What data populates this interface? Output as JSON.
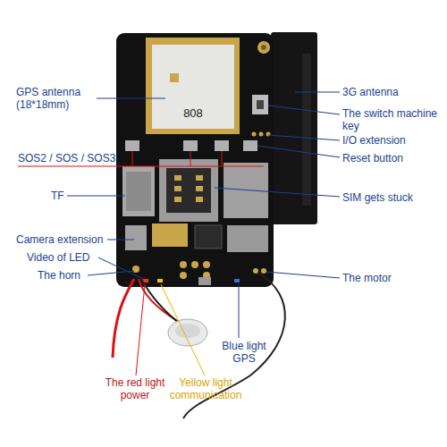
{
  "diagram": {
    "labels": [
      "GPS antenna (18*18mm)",
      "808",
      "SOS2 / SOS / SOS3",
      "TF",
      "Camera extension",
      "Video of LED",
      "The horn",
      "3G antenna",
      "The switch machine key",
      "I/O extension",
      "Reset button",
      "SIM gets stuck",
      "The motor",
      "Blue light GPS",
      "The red light power",
      "Yellow light communication"
    ]
  }
}
